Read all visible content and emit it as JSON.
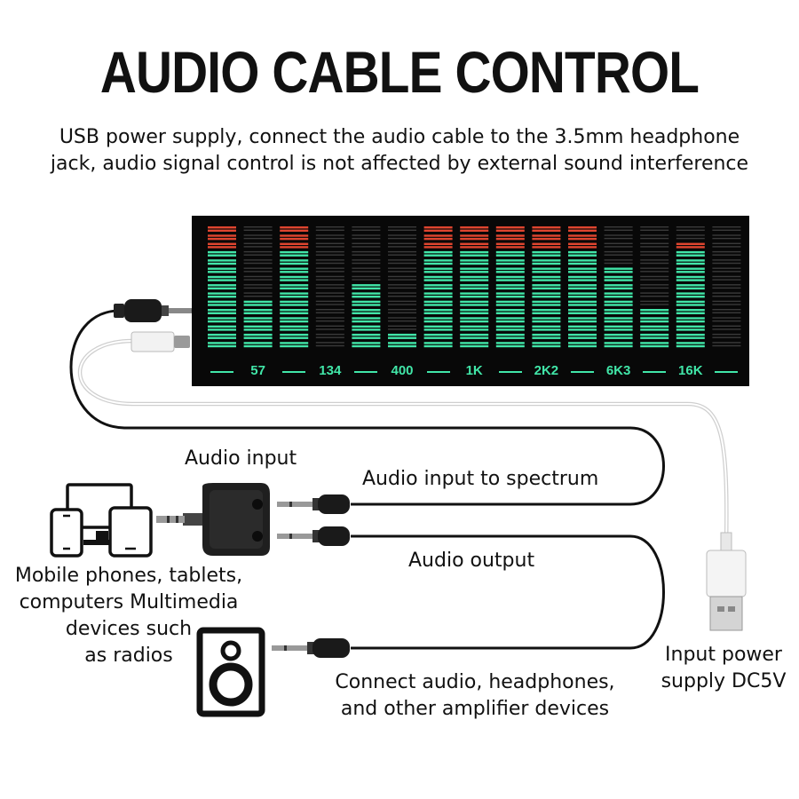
{
  "title": "AUDIO CABLE CONTROL",
  "subtitle_line1": "USB power supply, connect the audio cable to the 3.5mm headphone",
  "subtitle_line2": "jack, audio signal control is not affected by external sound interference",
  "labels": {
    "audio_input": "Audio input",
    "audio_input_spectrum": "Audio input to spectrum",
    "audio_output": "Audio output",
    "devices_line1": "Mobile phones, tablets,",
    "devices_line2": "computers Multimedia",
    "devices_line3": "devices such",
    "devices_line4": "as radios",
    "connect_line1": "Connect audio, headphones,",
    "connect_line2": "and other amplifier devices",
    "power_line1": "Input power",
    "power_line2": "supply DC5V"
  },
  "spectrum": {
    "frequency_labels": [
      "57",
      "134",
      "400",
      "1K",
      "2K2",
      "6K3",
      "16K"
    ],
    "levels": [
      15,
      6,
      15,
      0,
      8,
      2,
      15,
      15,
      15,
      15,
      15,
      10,
      5,
      13,
      0
    ],
    "peak_color": "#e0452f",
    "bar_color": "#41e6a8",
    "dim_color": "#3a3a3a"
  },
  "colors": {
    "cable": "#111111",
    "background": "#ffffff"
  }
}
